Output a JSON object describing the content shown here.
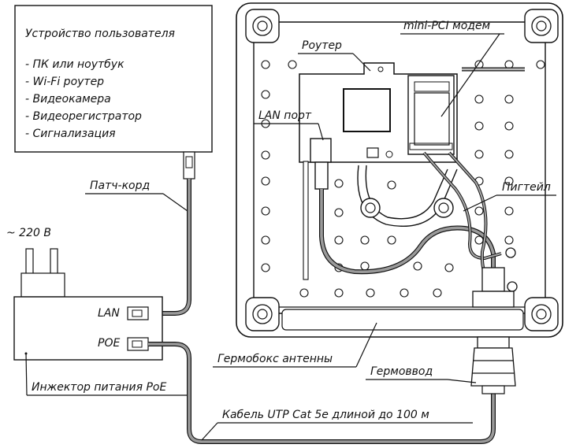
{
  "user_device": {
    "title": "Устройство пользователя",
    "items": [
      "- ПК или ноутбук",
      "- Wi-Fi роутер",
      "- Видеокамера",
      "- Видеорегистратор",
      "- Сигнализация"
    ]
  },
  "labels": {
    "patch_cord": "Патч-корд",
    "mains": "~ 220 В",
    "lan": "LAN",
    "poe": "POE",
    "injector": "Инжектор питания PoE",
    "router": "Роутер",
    "modem": "mini-PCI модем",
    "lan_port": "LAN порт",
    "pigtail": "Пигтейл",
    "hermobox": "Гермобокс антенны",
    "gland": "Гермоввод",
    "cable": "Кабель UTP Cat 5e длиной до 100 м"
  }
}
